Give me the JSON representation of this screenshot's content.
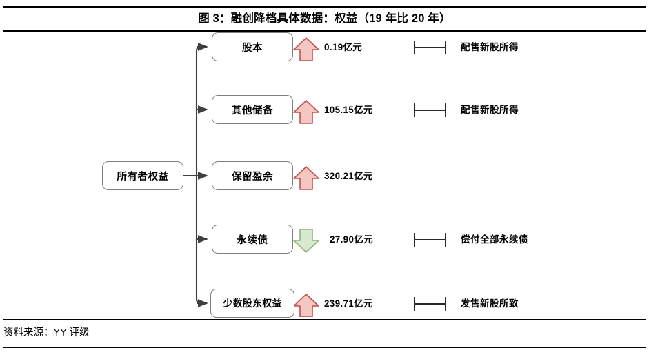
{
  "title": "图 3：融创降档具体数据：权益（19 年比 20 年）",
  "source": "资料来源：YY 评级",
  "colors": {
    "up_arrow_fill": "#f4c7c3",
    "up_arrow_stroke": "#c0504d",
    "down_arrow_fill": "#d9e9d0",
    "down_arrow_stroke": "#8cb87a",
    "box_border": "#7f7f7f",
    "connector": "#3f3f3f",
    "rule": "#000000"
  },
  "chart_data": {
    "type": "diagram",
    "title": "图 3：融创降档具体数据：权益（19 年比 20 年）",
    "root": "所有者权益",
    "unit": "亿元",
    "items": [
      {
        "label": "股本",
        "direction": "up",
        "value": 0.19,
        "value_text": "0.19亿元",
        "note": "配售新股所得",
        "has_bracket": true
      },
      {
        "label": "其他储备",
        "direction": "up",
        "value": 105.15,
        "value_text": "105.15亿元",
        "note": "配售新股所得",
        "has_bracket": true
      },
      {
        "label": "保留盈余",
        "direction": "up",
        "value": 320.21,
        "value_text": "320.21亿元",
        "note": "",
        "has_bracket": false
      },
      {
        "label": "永续债",
        "direction": "down",
        "value": 27.9,
        "value_text": "27.90亿元",
        "note": "偿付全部永续债",
        "has_bracket": true
      },
      {
        "label": "少数股东权益",
        "direction": "up",
        "value": 239.71,
        "value_text": "239.71亿元",
        "note": "发售新股所致",
        "has_bracket": true
      }
    ]
  },
  "icons": {
    "up_arrow": "up-arrow-icon",
    "down_arrow": "down-arrow-icon",
    "bracket": "bracket-connector-icon"
  }
}
